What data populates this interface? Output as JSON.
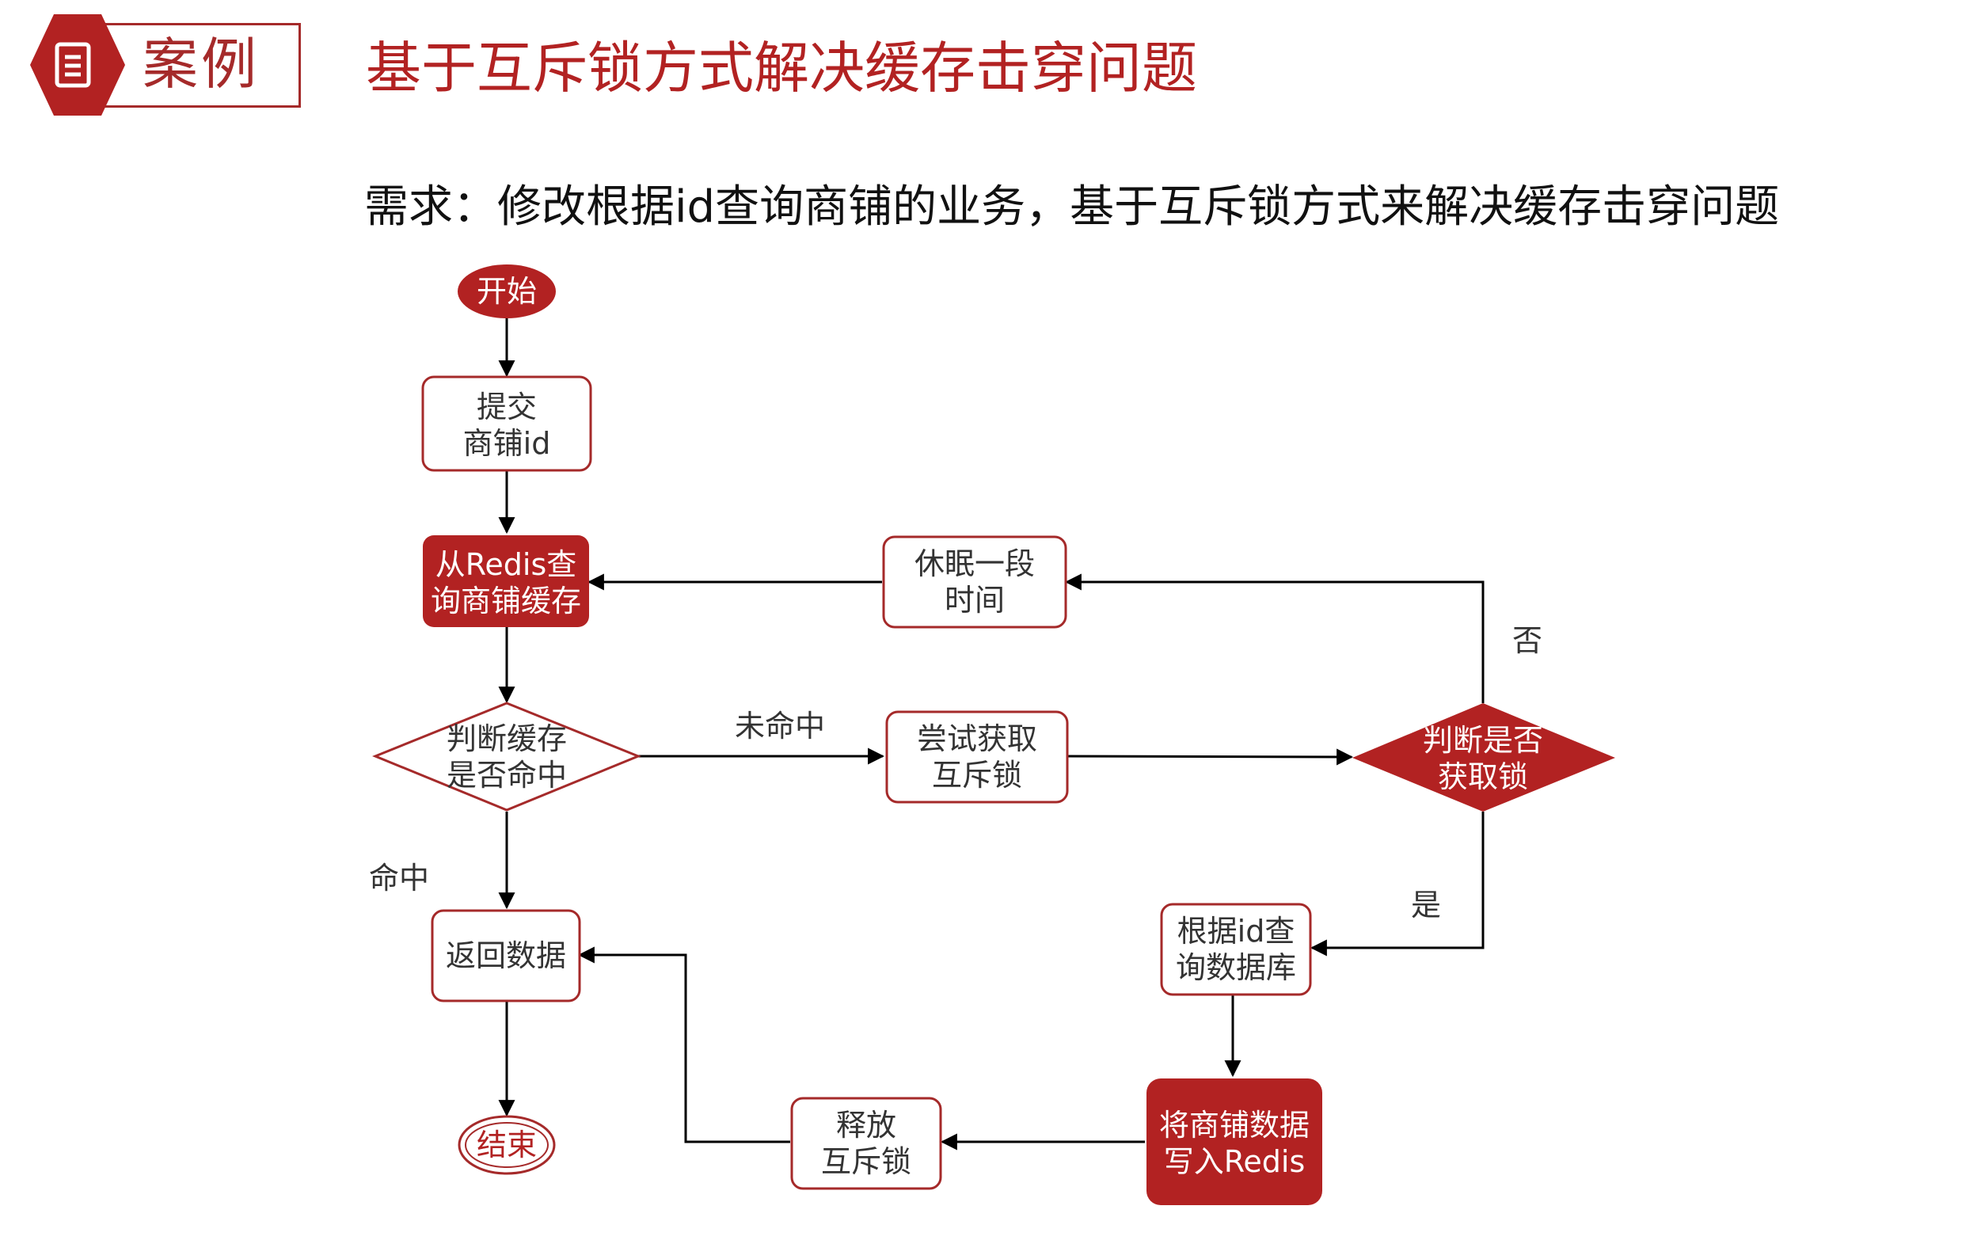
{
  "header": {
    "badge_label": "案例",
    "badge_icon": "document-icon",
    "title": "基于互斥锁方式解决缓存击穿问题"
  },
  "requirement": "需求：修改根据id查询商铺的业务，基于互斥锁方式来解决缓存击穿问题",
  "colors": {
    "primary": "#b22222",
    "border": "#a52a2a",
    "text": "#333333",
    "arrow": "#000000"
  },
  "flow": {
    "nodes": {
      "start": "开始",
      "submit": [
        "提交",
        "商铺id"
      ],
      "query_redis": [
        "从Redis查",
        "询商铺缓存"
      ],
      "check_cache": [
        "判断缓存",
        "是否命中"
      ],
      "try_lock": [
        "尝试获取",
        "互斥锁"
      ],
      "check_lock": [
        "判断是否",
        "获取锁"
      ],
      "sleep": [
        "休眠一段",
        "时间"
      ],
      "query_db": [
        "根据id查",
        "询数据库"
      ],
      "write_redis": [
        "将商铺数据",
        "写入Redis"
      ],
      "release_lock": [
        "释放",
        "互斥锁"
      ],
      "return_data": "返回数据",
      "end": "结束"
    },
    "edge_labels": {
      "miss": "未命中",
      "hit": "命中",
      "no": "否",
      "yes": "是"
    }
  }
}
